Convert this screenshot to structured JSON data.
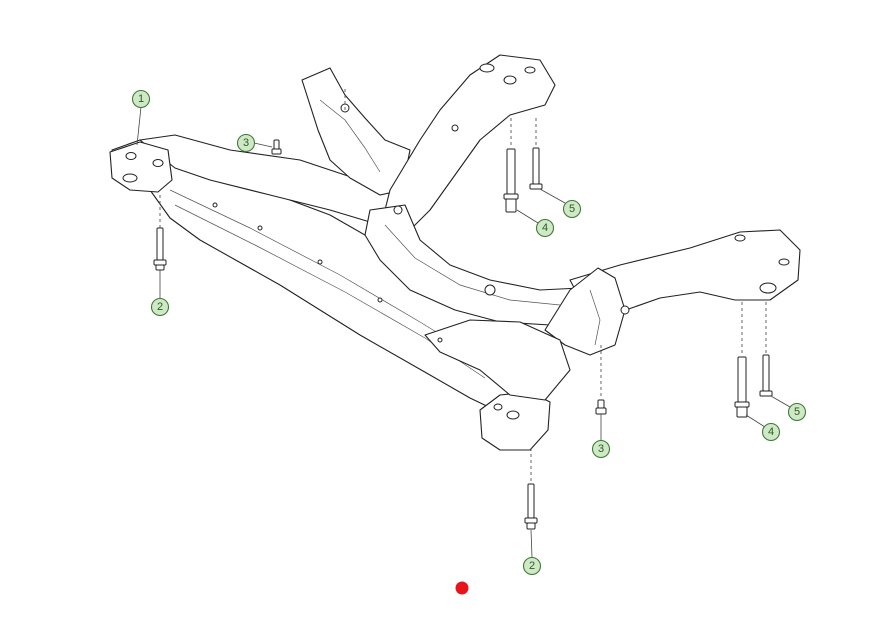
{
  "callouts": [
    {
      "id": "c1",
      "label": "1"
    },
    {
      "id": "c2a",
      "label": "2"
    },
    {
      "id": "c2b",
      "label": "2"
    },
    {
      "id": "c3a",
      "label": "3"
    },
    {
      "id": "c3b",
      "label": "3"
    },
    {
      "id": "c4a",
      "label": "4"
    },
    {
      "id": "c4b",
      "label": "4"
    },
    {
      "id": "c5a",
      "label": "5"
    },
    {
      "id": "c5b",
      "label": "5"
    }
  ],
  "colors": {
    "callout_fill": "#cfe9c6",
    "callout_stroke": "#3e7a36",
    "marker": "#e8141c"
  }
}
